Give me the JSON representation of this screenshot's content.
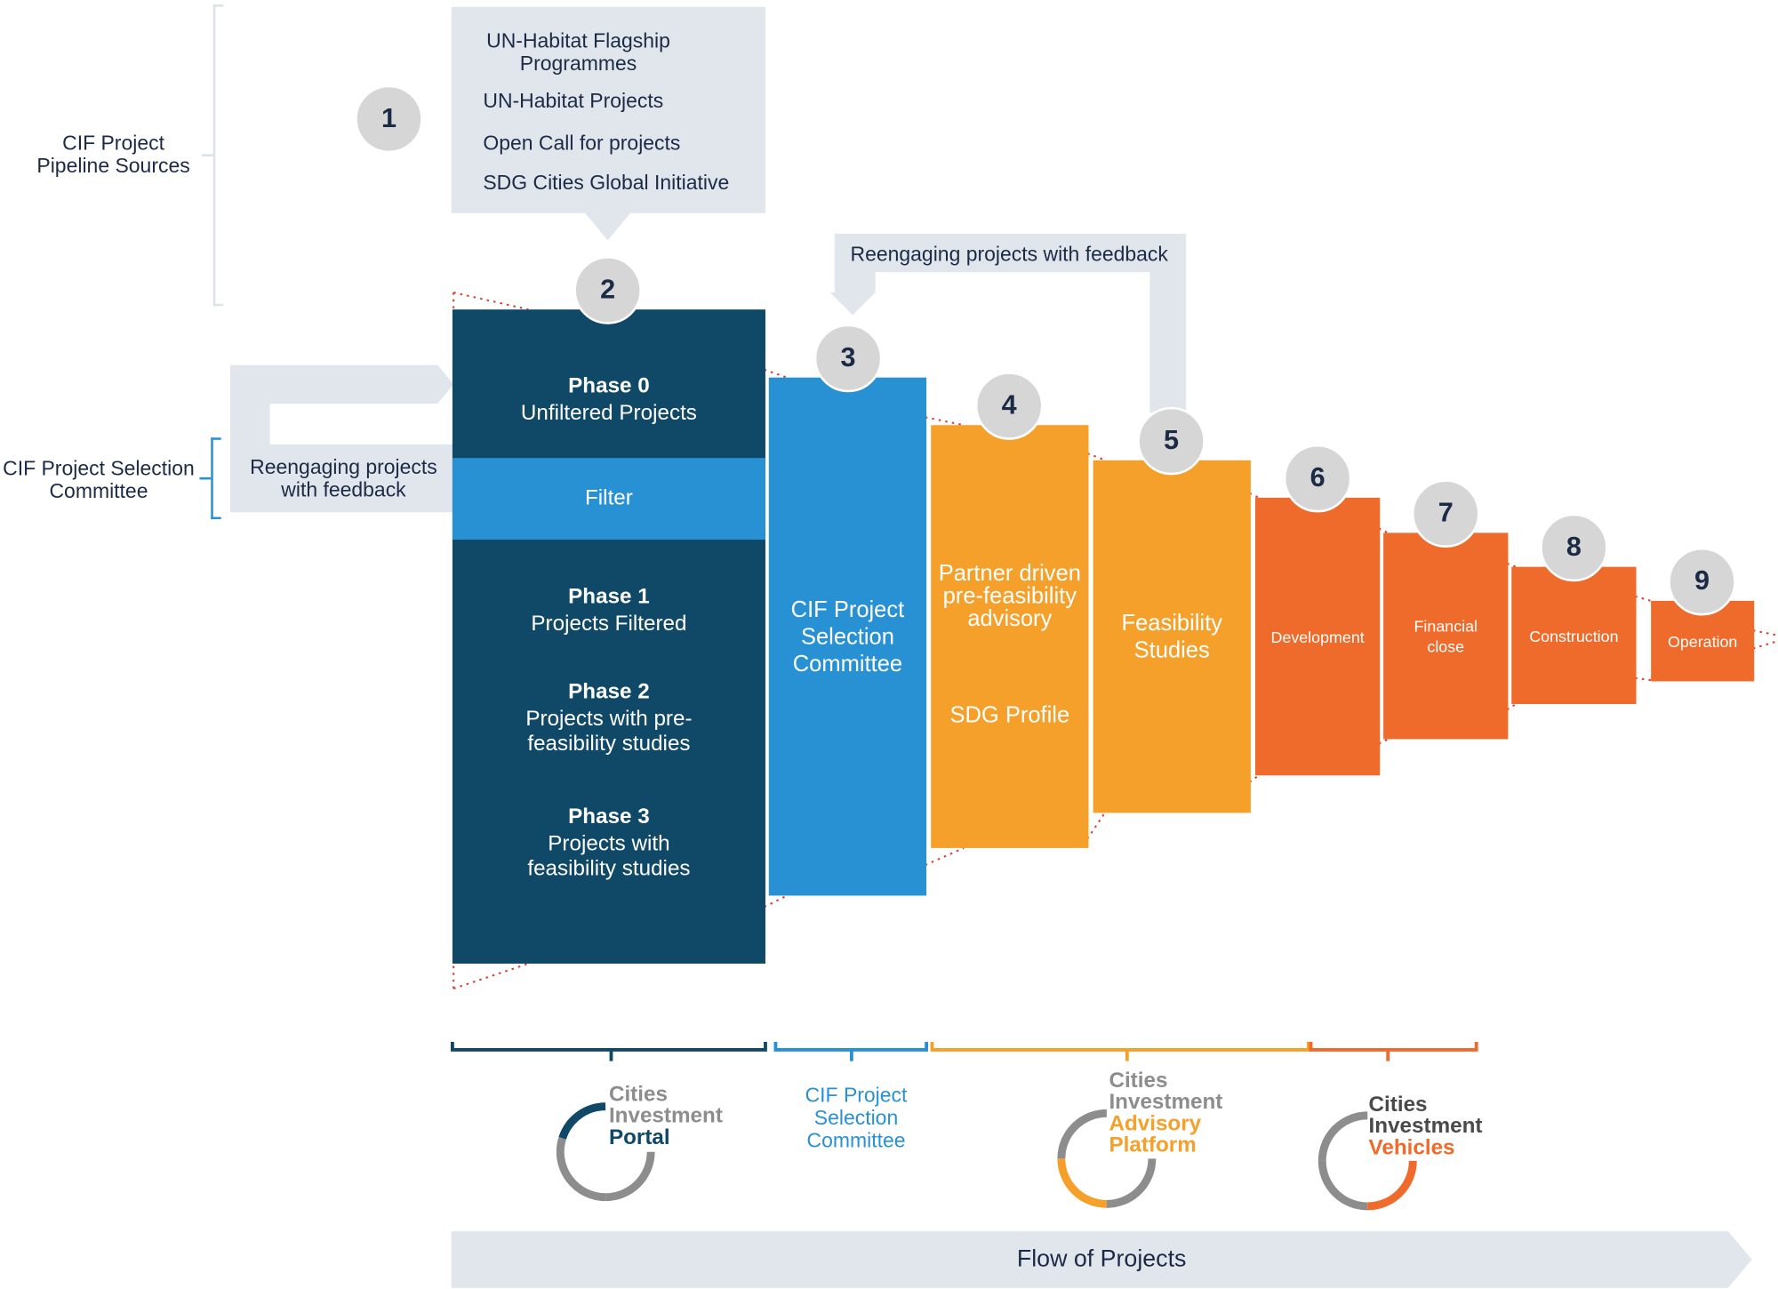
{
  "colors": {
    "navy": "#104868",
    "blue": "#2891d4",
    "amber": "#f4a02a",
    "orange": "#ee6b2b",
    "grey_box": "#e1e6ed",
    "circle_grey": "#d6d6d6",
    "dark_text": "#1c2b45"
  },
  "sources": {
    "label": "CIF Project\nPipeline Sources",
    "items": [
      "UN-Habitat Flagship\nProgrammes",
      "UN-Habitat Projects",
      "Open Call for projects",
      "SDG Cities Global Initiative"
    ]
  },
  "selection_committee_label": "CIF Project Selection\nCommittee",
  "feedback_left": "Reengaging projects\nwith feedback",
  "feedback_top": "Reengaging projects with feedback",
  "steps": [
    "1",
    "2",
    "3",
    "4",
    "5",
    "6",
    "7",
    "8",
    "9"
  ],
  "navy_block": {
    "phase0_title": "Phase 0",
    "phase0_text": "Unfiltered Projects",
    "filter": "Filter",
    "phase1_title": "Phase 1",
    "phase1_text": "Projects Filtered",
    "phase2_title": "Phase 2",
    "phase2_text": "Projects with pre-\nfeasibility studies",
    "phase3_title": "Phase 3",
    "phase3_text": "Projects with\nfeasibility studies"
  },
  "columns": {
    "committee": "CIF Project\nSelection\nCommittee",
    "prefeasibility": "Partner driven\npre-feasibility\nadvisory",
    "sdg_profile": "SDG Profile",
    "feasibility": "Feasibility\nStudies",
    "development": "Development",
    "financial_close": "Financial\nclose",
    "construction": "Construction",
    "operation": "Operation"
  },
  "logos": {
    "portal": {
      "line1": "Cities",
      "line2": "Investment",
      "line3": "Portal"
    },
    "committee": "CIF Project\nSelection\nCommittee",
    "advisory": {
      "line1": "Cities",
      "line2": "Investment",
      "line3": "Advisory",
      "line4": "Platform"
    },
    "vehicles": {
      "line1": "Cities",
      "line2": "Investment",
      "line3": "Vehicles"
    }
  },
  "flow_label": "Flow of Projects"
}
